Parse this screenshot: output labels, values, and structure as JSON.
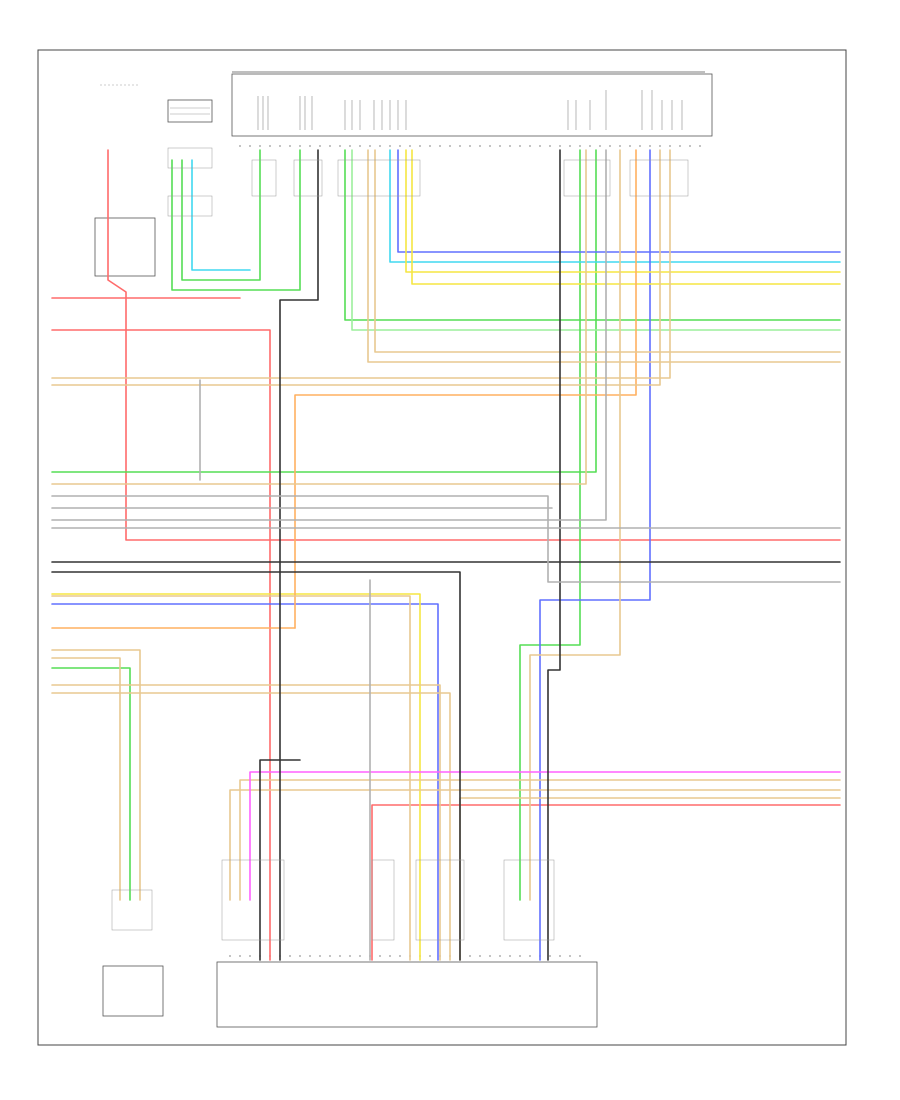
{
  "components": {
    "top_module": {
      "title": "",
      "subtitle": ""
    },
    "bottom_module": {
      "title": ""
    },
    "left_module": {
      "title": ""
    }
  },
  "code": "",
  "colors": {
    "red": "#ff6b6b",
    "pink": "#ff8fb1",
    "orange": "#ffb060",
    "yellow": "#f5e642",
    "tan": "#e8c890",
    "green": "#55dd55",
    "lightgreen": "#9cef9c",
    "cyan": "#40d8f0",
    "blue": "#6070ff",
    "violet": "#c070ff",
    "magenta": "#ff60ff",
    "gray": "#b0b0b0",
    "black": "#333333",
    "white": "#e0e0e0"
  },
  "wires": [
    {
      "id": "w1",
      "color": "red"
    },
    {
      "id": "w2",
      "color": "green"
    },
    {
      "id": "w3",
      "color": "cyan"
    },
    {
      "id": "w4",
      "color": "yellow"
    },
    {
      "id": "w5",
      "color": "blue"
    },
    {
      "id": "w6",
      "color": "orange"
    },
    {
      "id": "w7",
      "color": "tan"
    },
    {
      "id": "w8",
      "color": "black"
    },
    {
      "id": "w9",
      "color": "magenta"
    },
    {
      "id": "w10",
      "color": "gray"
    }
  ]
}
